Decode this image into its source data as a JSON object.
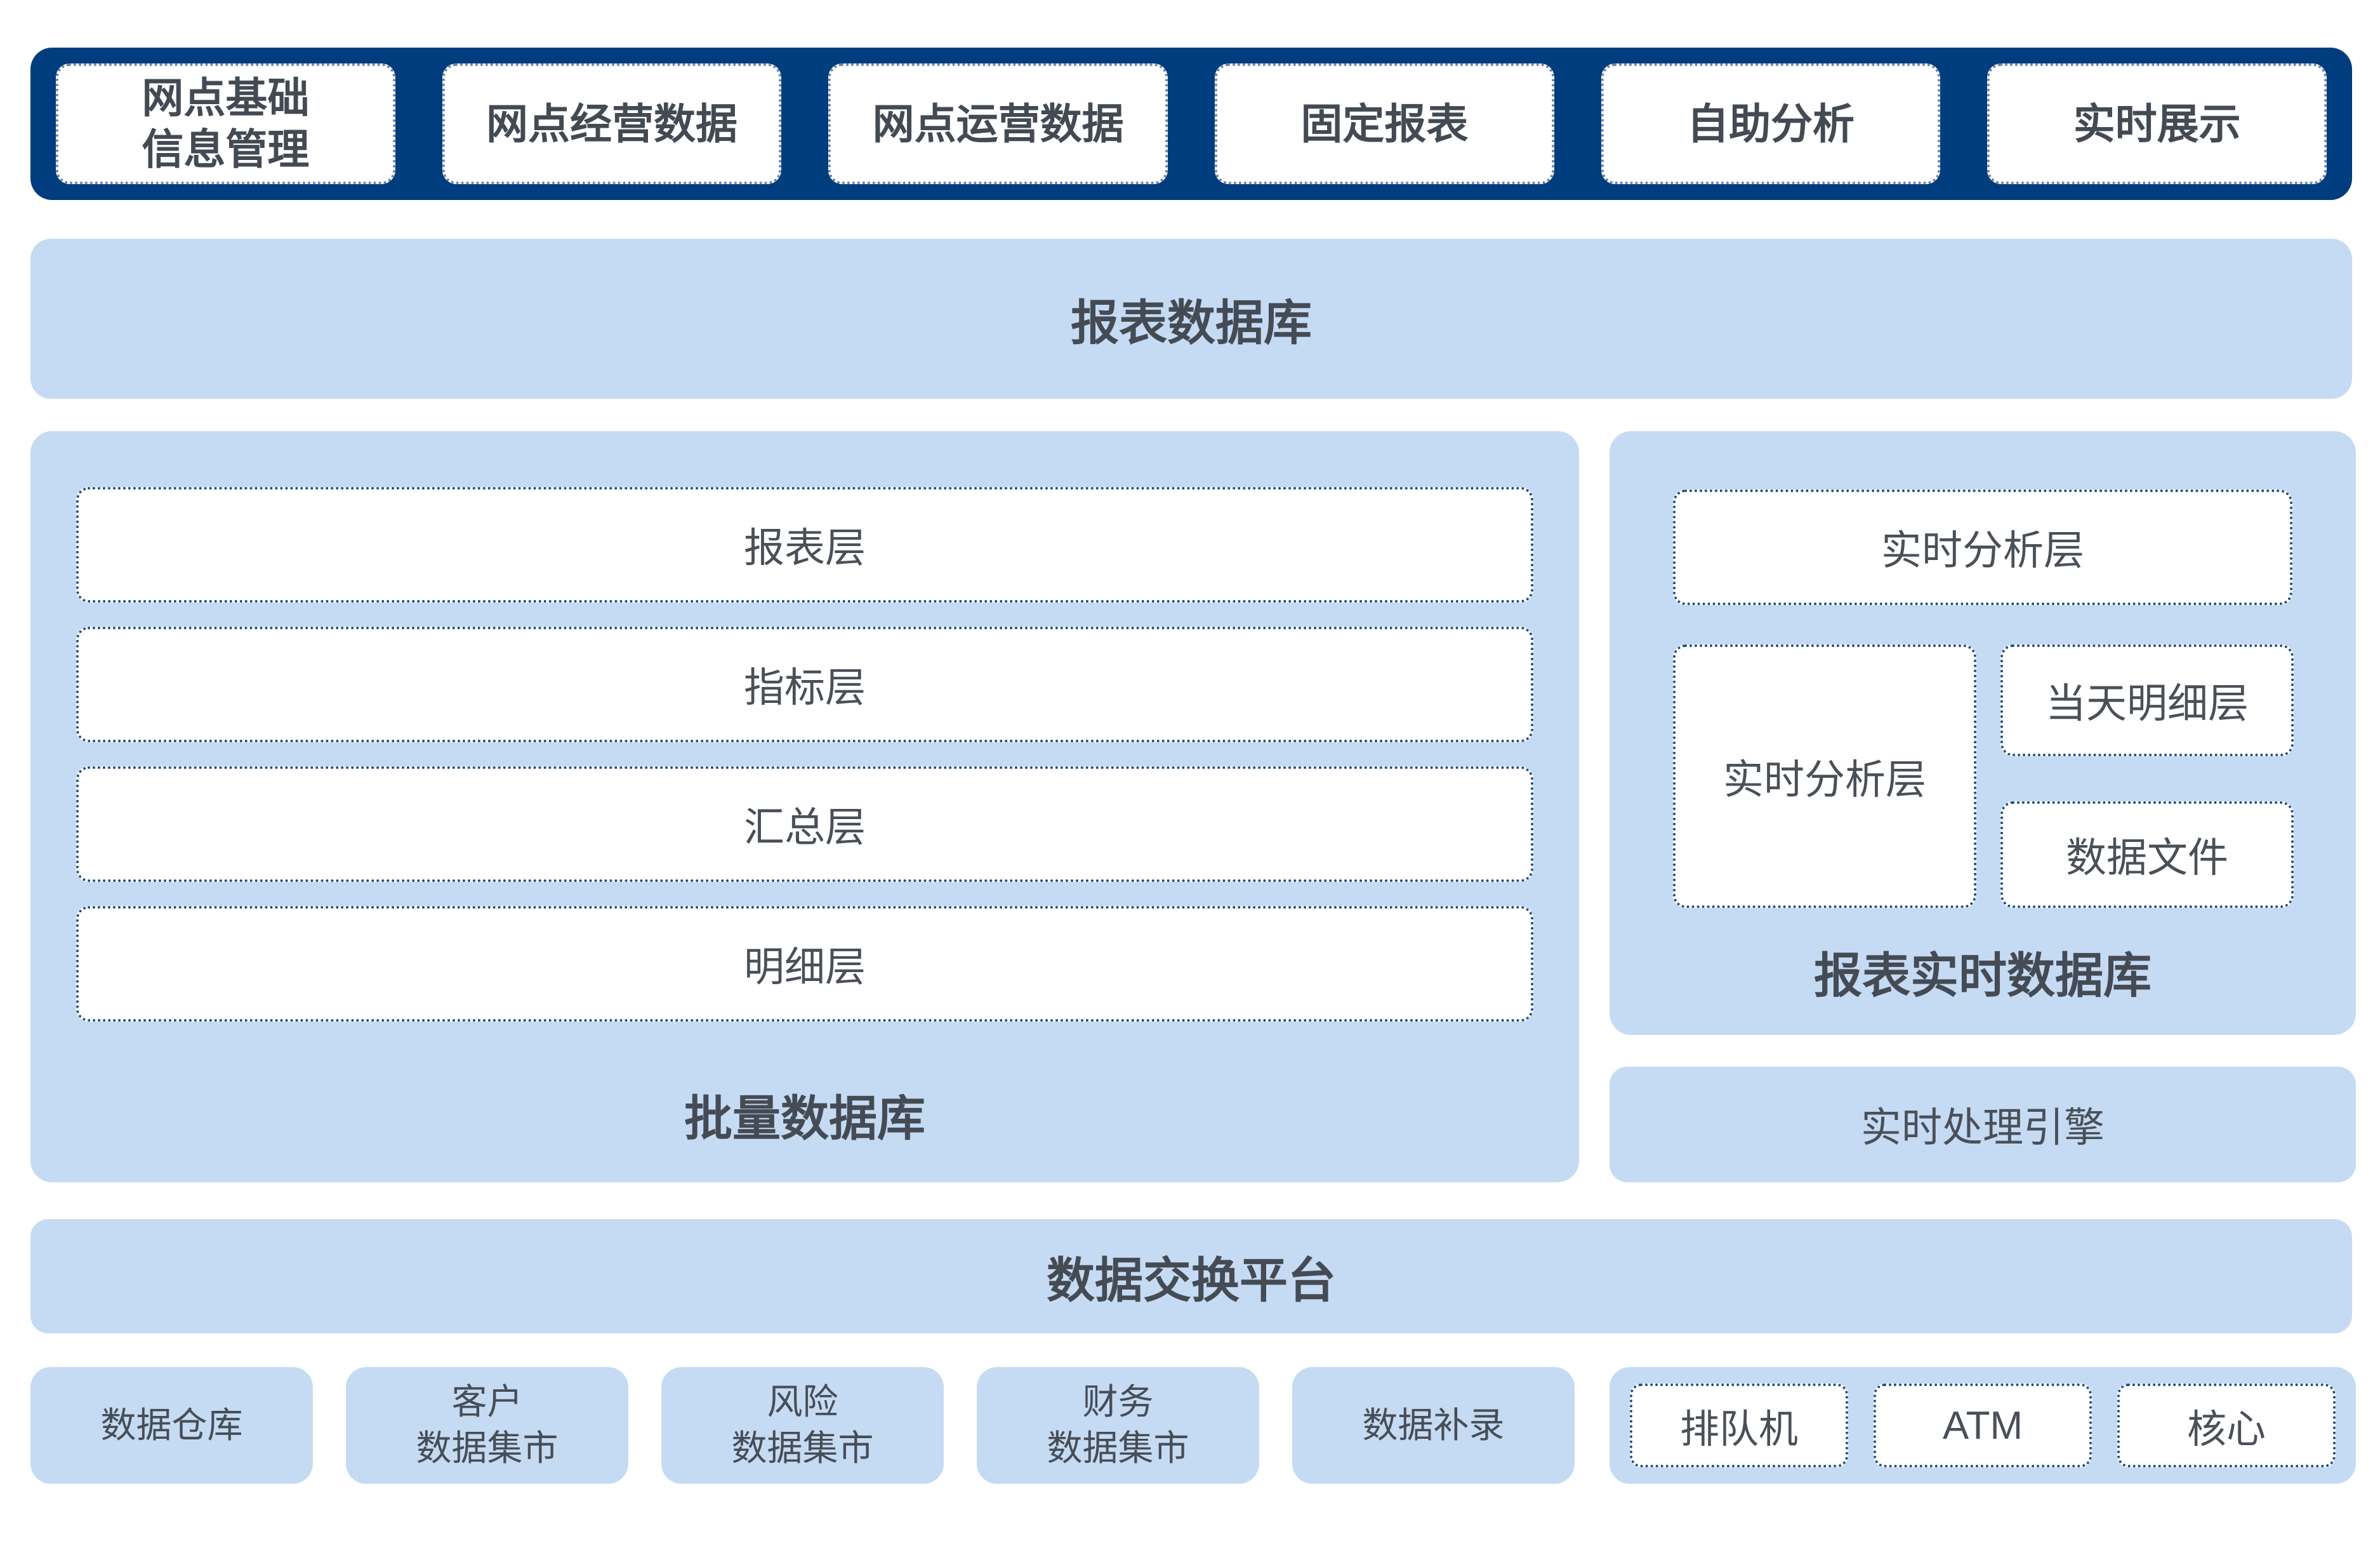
{
  "palette": {
    "navy": "#003d7f",
    "light_blue": "#c5dbf3",
    "dotted_border": "#1d4d7d",
    "text_dark": "#474d56",
    "title_dark": "#454b54"
  },
  "top_bar": {
    "items": [
      "网点基础\n信息管理",
      "网点经营数据",
      "网点运营数据",
      "固定报表",
      "自助分析",
      "实时展示"
    ]
  },
  "report_db_band": {
    "title": "报表数据库"
  },
  "batch_panel": {
    "layers": [
      "报表层",
      "指标层",
      "汇总层",
      "明细层"
    ],
    "title": "批量数据库"
  },
  "realtime_panel": {
    "top_box": "实时分析层",
    "left_box": "实时分析层",
    "right_top_box": "当天明细层",
    "right_bottom_box": "数据文件",
    "title": "报表实时数据库"
  },
  "engine_band": {
    "title": "实时处理引擎"
  },
  "exchange_band": {
    "title": "数据交换平台"
  },
  "bottom_row": {
    "sources": [
      "数据仓库",
      "客户\n数据集市",
      "风险\n数据集市",
      "财务\n数据集市",
      "数据补录"
    ],
    "channels": [
      "排队机",
      "ATM",
      "核心"
    ]
  }
}
